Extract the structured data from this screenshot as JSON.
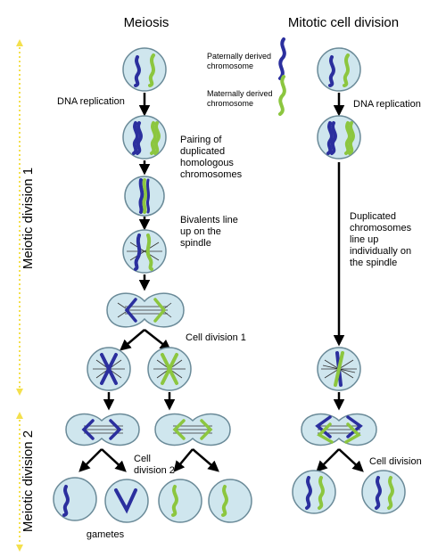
{
  "headings": {
    "meiosis": "Meiosis",
    "mitosis": "Mitotic cell division"
  },
  "side_labels": {
    "meiotic_division_1": "Meiotic division 1",
    "meiotic_division_2": "Meiotic division 2"
  },
  "legend": {
    "paternal": [
      "Paternally derived",
      "chromosome"
    ],
    "maternal": [
      "Maternally derived",
      "chromosome"
    ]
  },
  "meiosis_steps": {
    "dna_replication": "DNA replication",
    "pairing": [
      "Pairing of",
      "duplicated",
      "homologous",
      "chromosomes"
    ],
    "bivalents": [
      "Bivalents line",
      "up on the",
      "spindle"
    ],
    "cell_division_1": "Cell division 1",
    "cell_division_2": [
      "Cell",
      "division 2"
    ],
    "gametes": "gametes"
  },
  "mitosis_steps": {
    "dna_replication": "DNA replication",
    "line_up": [
      "Duplicated",
      "chromosomes",
      "line up",
      "individually on",
      "the spindle"
    ],
    "cell_division": "Cell division"
  },
  "colors": {
    "cell_fill": "#cfe6ee",
    "cell_stroke": "#6a8a98",
    "paternal": "#2b2f9e",
    "maternal": "#8cc63f",
    "side_bar": "#f4e04d",
    "arrow": "#000000",
    "spindle": "#333333"
  }
}
